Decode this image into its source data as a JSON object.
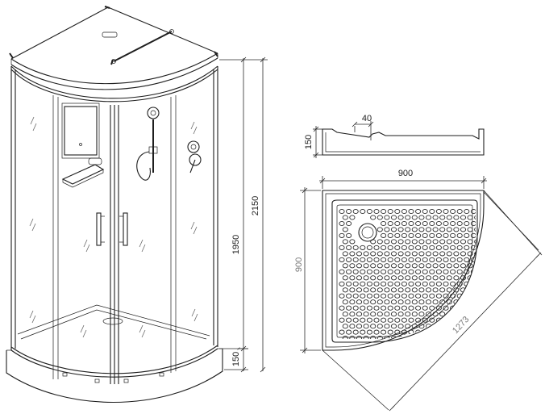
{
  "diagram": {
    "cabin_view": {
      "dim_total_height": "2150",
      "dim_panel_height": "1950",
      "dim_tray_height": "150"
    },
    "tray_section": {
      "dim_height": "150",
      "dim_depth": "40"
    },
    "tray_plan": {
      "dim_width": "900",
      "dim_depth": "900",
      "dim_diagonal": "1273"
    }
  }
}
